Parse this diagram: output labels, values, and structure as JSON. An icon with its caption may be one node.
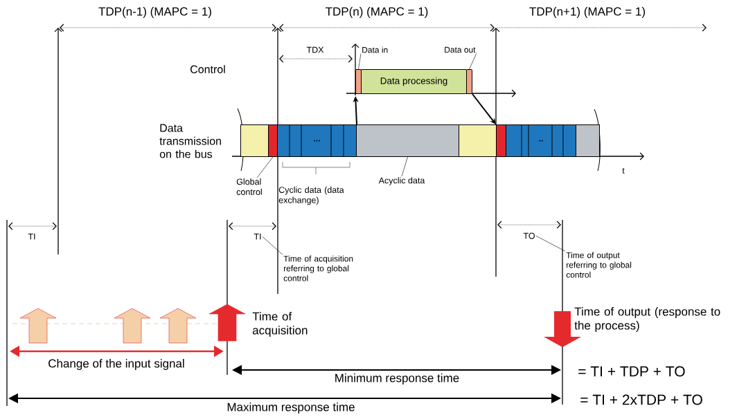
{
  "diagram": {
    "nodes": [
      {
        "text": [
          "Data in"
        ]
      },
      {
        "text": [
          "Data out"
        ]
      },
      {
        "text": [],
        "shape": "box"
      },
      {
        "text": [
          "Data processing"
        ]
      },
      {
        "text": [],
        "shape": "box"
      },
      {
        "text": [],
        "shape": "bar"
      },
      {
        "text": [],
        "shape": "bar"
      },
      {
        "text": [
          "..."
        ]
      },
      {
        "text": [],
        "shape": "bar"
      },
      {
        "text": [],
        "shape": "bar"
      },
      {
        "text": [],
        "shape": "bar"
      },
      {
        "text": [
          ".."
        ]
      },
      {
        "text": [],
        "shape": "bar"
      },
      {
        "text": [
          "Global control"
        ]
      },
      {
        "text": [
          "Acyclic data"
        ]
      },
      {
        "text": [
          "TI"
        ]
      },
      {
        "text": [
          "Time of acquisition referring to global control"
        ]
      },
      {
        "text": [
          "TO"
        ]
      },
      {
        "text": [
          "Time of output referring to global control"
        ]
      }
    ],
    "edges": [
      {
        "from": 0,
        "to": 2,
        "arrow": "none"
      },
      {
        "from": 1,
        "to": 4,
        "arrow": "none"
      },
      {
        "from": 7,
        "to": 2,
        "arrow": "to"
      },
      {
        "from": 4,
        "to": 10,
        "arrow": "to"
      },
      {
        "from": 13,
        "to": 6,
        "arrow": "none"
      },
      {
        "from": 14,
        "to": 8,
        "arrow": "none"
      },
      {
        "from": 15,
        "to": 16,
        "arrow": "none"
      },
      {
        "from": 17,
        "to": 18,
        "arrow": "none"
      }
    ],
    "labels": [
      "TDP(n-1) (MAPC = 1)",
      "TDP(n) (MAPC = 1)",
      "TDP(n+1) (MAPC = 1)",
      "TDX",
      "Control",
      "Data transmission on the bus",
      "t",
      "Cyclic data (data exchange)",
      "TI",
      "Time of acquisition",
      "Change of the input signal",
      "Time of output (response to the process)",
      "Minimum response time",
      "= TI + TDP + TO",
      "Maximum response time",
      "= TI + 2xTDP + TO"
    ]
  }
}
